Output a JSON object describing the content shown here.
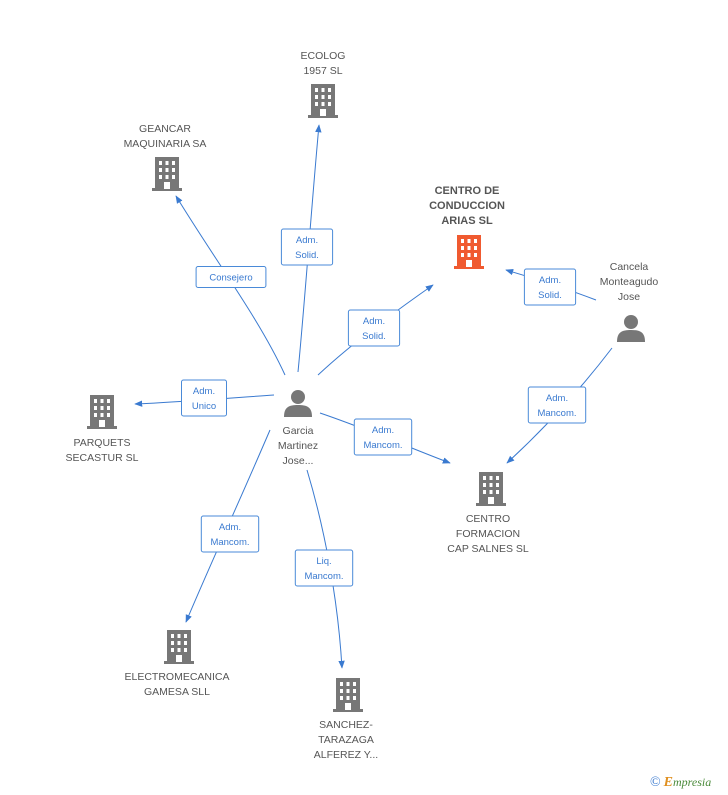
{
  "colors": {
    "edge": "#3a7ad0",
    "node": "#777777",
    "highlight": "#f05a30",
    "label": "#555555"
  },
  "nodes": [
    {
      "id": "ecolog",
      "type": "company",
      "lines": [
        "ECOLOG",
        "1957 SL"
      ],
      "icon": "building-icon"
    },
    {
      "id": "geancar",
      "type": "company",
      "lines": [
        "GEANCAR",
        "MAQUINARIA SA"
      ],
      "icon": "building-icon"
    },
    {
      "id": "centro-conduccion",
      "type": "company",
      "lines": [
        "CENTRO DE",
        "CONDUCCION",
        "ARIAS SL"
      ],
      "icon": "building-icon",
      "highlight": true
    },
    {
      "id": "cancela",
      "type": "person",
      "lines": [
        "Cancela",
        "Monteagudo",
        "Jose"
      ],
      "icon": "person-icon"
    },
    {
      "id": "garcia",
      "type": "person",
      "lines": [
        "Garcia",
        "Martinez",
        "Jose..."
      ],
      "icon": "person-icon"
    },
    {
      "id": "parquets",
      "type": "company",
      "lines": [
        "PARQUETS",
        "SECASTUR SL"
      ],
      "icon": "building-icon"
    },
    {
      "id": "centro-formacion",
      "type": "company",
      "lines": [
        "CENTRO",
        "FORMACION",
        "CAP SALNES SL"
      ],
      "icon": "building-icon"
    },
    {
      "id": "electromecanica",
      "type": "company",
      "lines": [
        "ELECTROMECANICA",
        "GAMESA SLL"
      ],
      "icon": "building-icon"
    },
    {
      "id": "sanchez",
      "type": "company",
      "lines": [
        "SANCHEZ-",
        "TARAZAGA",
        "ALFEREZ Y..."
      ],
      "icon": "building-icon"
    }
  ],
  "edges": [
    {
      "from": "garcia",
      "to": "ecolog",
      "role": [
        "Adm.",
        "Solid."
      ]
    },
    {
      "from": "garcia",
      "to": "geancar",
      "role": [
        "Consejero"
      ]
    },
    {
      "from": "garcia",
      "to": "centro-conduccion",
      "role": [
        "Adm.",
        "Solid."
      ]
    },
    {
      "from": "cancela",
      "to": "centro-conduccion",
      "role": [
        "Adm.",
        "Solid."
      ]
    },
    {
      "from": "garcia",
      "to": "parquets",
      "role": [
        "Adm.",
        "Unico"
      ]
    },
    {
      "from": "garcia",
      "to": "centro-formacion",
      "role": [
        "Adm.",
        "Mancom."
      ]
    },
    {
      "from": "cancela",
      "to": "centro-formacion",
      "role": [
        "Adm.",
        "Mancom."
      ]
    },
    {
      "from": "garcia",
      "to": "electromecanica",
      "role": [
        "Adm.",
        "Mancom."
      ]
    },
    {
      "from": "garcia",
      "to": "sanchez",
      "role": [
        "Liq.",
        "Mancom."
      ]
    }
  ],
  "footer": {
    "copyright": "©",
    "brand_initial": "E",
    "brand_rest": "mpresia"
  }
}
